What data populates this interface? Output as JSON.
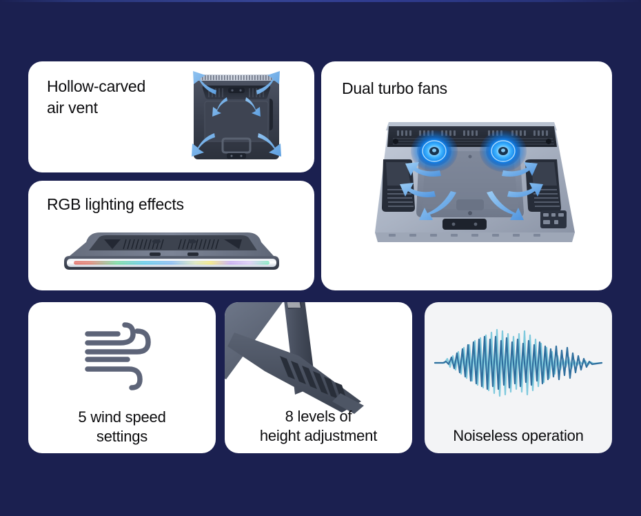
{
  "background": {
    "color": "#1b2050",
    "accent_strip": "#3a4aa0"
  },
  "cards": [
    {
      "id": "hollow-carved-air-vent",
      "title": "Hollow-carved\nair vent",
      "image": "cooling-pad-rear-vent-with-airflow-arrows",
      "card_color": "#ffffff"
    },
    {
      "id": "rgb-lighting-effects",
      "title": "RGB lighting effects",
      "image": "cooling-pad-front-edge-rgb-light-strip",
      "card_color": "#ffffff"
    },
    {
      "id": "dual-turbo-fans",
      "title": "Dual turbo fans",
      "image": "cooling-pad-top-view-two-glowing-blue-fans",
      "card_color": "#ffffff"
    },
    {
      "id": "wind-speed-settings",
      "caption": "5 wind speed\nsettings",
      "image": "wind-lines-icon",
      "card_color": "#ffffff"
    },
    {
      "id": "height-adjustment",
      "caption": "8 levels of\nheight adjustment",
      "image": "adjustable-kickstand-photo",
      "card_color": "#ffffff"
    },
    {
      "id": "noiseless-operation",
      "caption": "Noiseless operation",
      "image": "sound-waveform-graphic",
      "card_color": "#f3f4f6"
    }
  ],
  "colors": {
    "text": "#0b0b0d",
    "airflow_arrow": "#6aa7e8",
    "fan_glow": "#22a0ff",
    "wind_icon": "#5d6478",
    "waveform_dark": "#2f6f9e",
    "waveform_light": "#7ec9dd",
    "device_body_dark": "#3b4050",
    "device_body_light": "#aeb6c6"
  },
  "rgb_gradient": [
    "#e06a62",
    "#6fd69a",
    "#58c7e8",
    "#7fb6f0",
    "#efe37a",
    "#c2a6ef",
    "#79e8bb"
  ]
}
